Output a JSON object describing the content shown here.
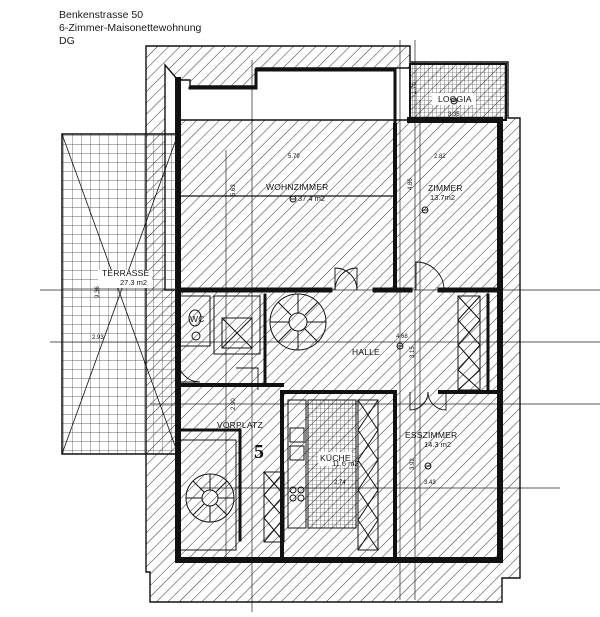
{
  "header": {
    "line1": "Benkenstrasse 50",
    "line2": "6-Zimmer-Maisonettewohnung",
    "line3": "DG"
  },
  "rooms": {
    "loggia": "LOGGIA",
    "wohnzimmer": "WOHNZIMMER",
    "wohnzimmer_area": "37.4 m2",
    "zimmer": "ZIMMER",
    "zimmer_area": "13.7m2",
    "terrasse": "TERRASSE",
    "terrasse_area": "27.3 m2",
    "wc": "WC",
    "halle": "HALLE",
    "vorplatz": "VORPLATZ",
    "kueche": "KÜCHE",
    "kueche_area": "11.6 m2",
    "esszimmer": "ESSZIMMER",
    "esszimmer_area": "14.3 m2"
  },
  "dimensions": {
    "wohn_width": "5.79",
    "zimmer_width": "2.82",
    "wohn_depth": "5.63",
    "zimmer_depth": "4.86",
    "halle_width": "4.68",
    "halle_depth": "3.15",
    "ess_depth": "3.92",
    "ess_width": "3.43",
    "vor_width": "2.90",
    "kue_width": "2.74",
    "terr_depth": "9.36",
    "terr_width": "2.93",
    "loggia_width": "3.35",
    "loggia_depth": "1.70"
  },
  "stair_number": "5"
}
